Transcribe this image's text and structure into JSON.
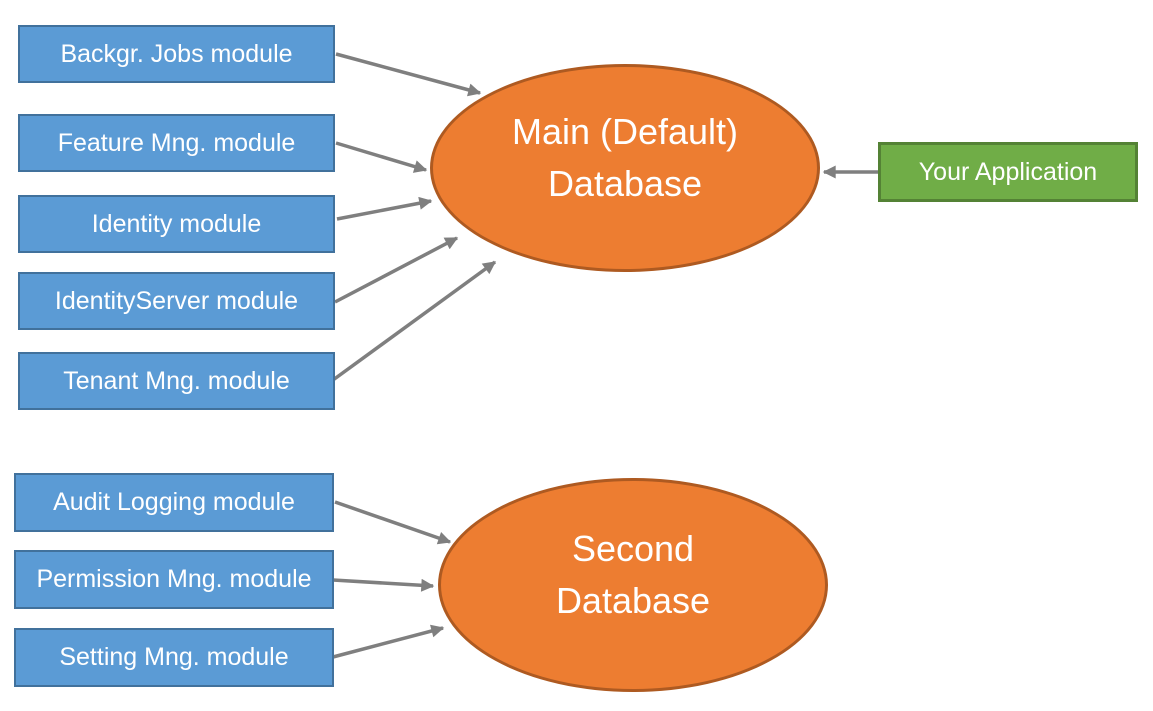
{
  "colors": {
    "module_fill": "#5b9bd5",
    "module_border": "#41719c",
    "database_fill": "#ed7d31",
    "database_border": "#ae5a21",
    "app_fill": "#70ad47",
    "app_border": "#548235",
    "arrow": "#7f7f7f",
    "label_text": "#ffffff",
    "background": "#ffffff"
  },
  "main_group": {
    "modules": [
      "Backgr. Jobs module",
      "Feature Mng. module",
      "Identity module",
      "IdentityServer module",
      "Tenant Mng. module"
    ],
    "database": {
      "line1": "Main (Default)",
      "line2": "Database"
    },
    "application": "Your Application"
  },
  "second_group": {
    "modules": [
      "Audit Logging module",
      "Permission Mng. module",
      "Setting Mng. module"
    ],
    "database": {
      "line1": "Second",
      "line2": "Database"
    }
  }
}
